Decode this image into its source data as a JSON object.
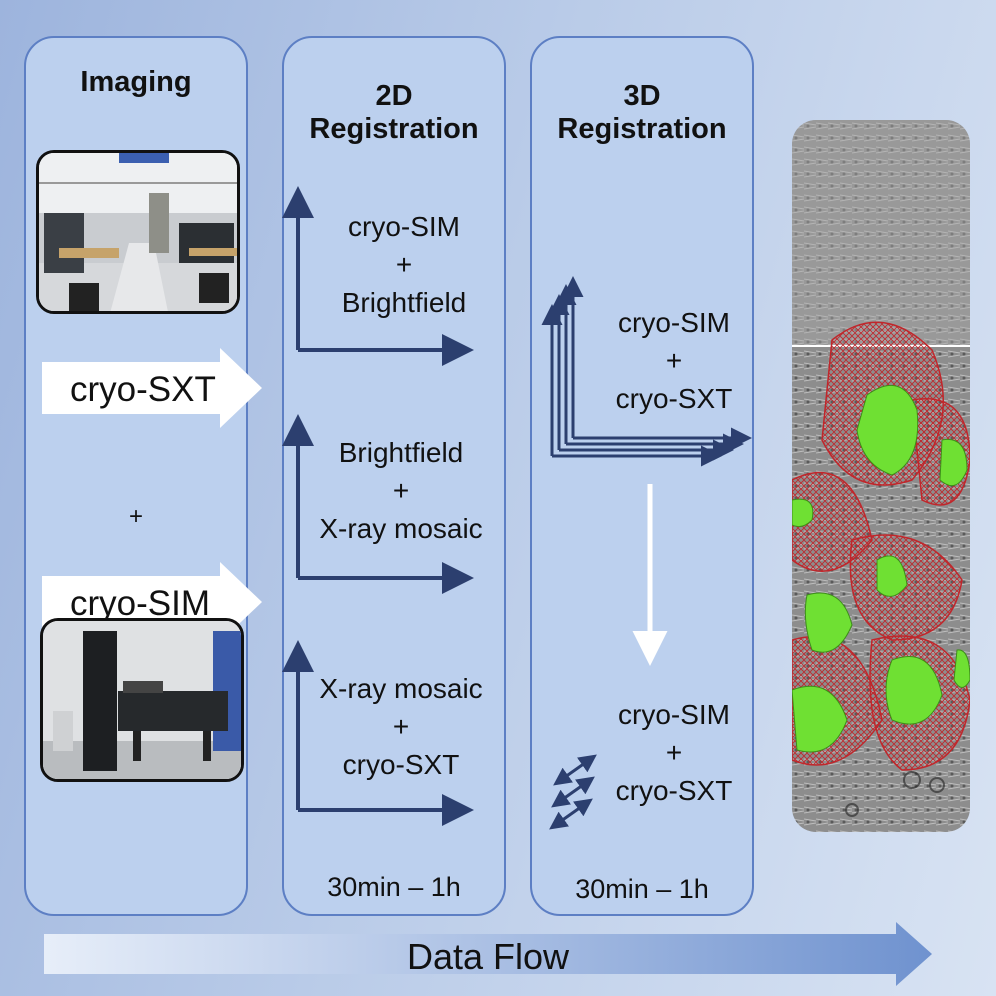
{
  "columns": [
    {
      "title": "Imaging"
    },
    {
      "title": "2D\nRegistration"
    },
    {
      "title": "3D\nRegistration"
    }
  ],
  "imaging": {
    "sxt_label": "cryo-SXT",
    "plus": "+",
    "sim_label": "cryo-SIM"
  },
  "registration_2d": {
    "steps": [
      {
        "text": "cryo-SIM\n+\nBrightfield"
      },
      {
        "text": "Brightfield\n+\nX-ray mosaic"
      },
      {
        "text": "X-ray mosaic\n+\ncryo-SXT"
      }
    ],
    "time": "30min – 1h"
  },
  "registration_3d": {
    "steps": [
      {
        "text": "cryo-SIM\n+\ncryo-SXT"
      },
      {
        "text": "cryo-SIM\n+\ncryo-SXT"
      }
    ],
    "time": "30min – 1h"
  },
  "footer": {
    "label": "Data Flow"
  },
  "colors": {
    "panel": "#bcd0ee",
    "panel_border": "#5d7fc4",
    "axis_arrow": "#2c3f6f",
    "overlay_green": "#6fe033",
    "mesh_red": "#c0262b"
  }
}
